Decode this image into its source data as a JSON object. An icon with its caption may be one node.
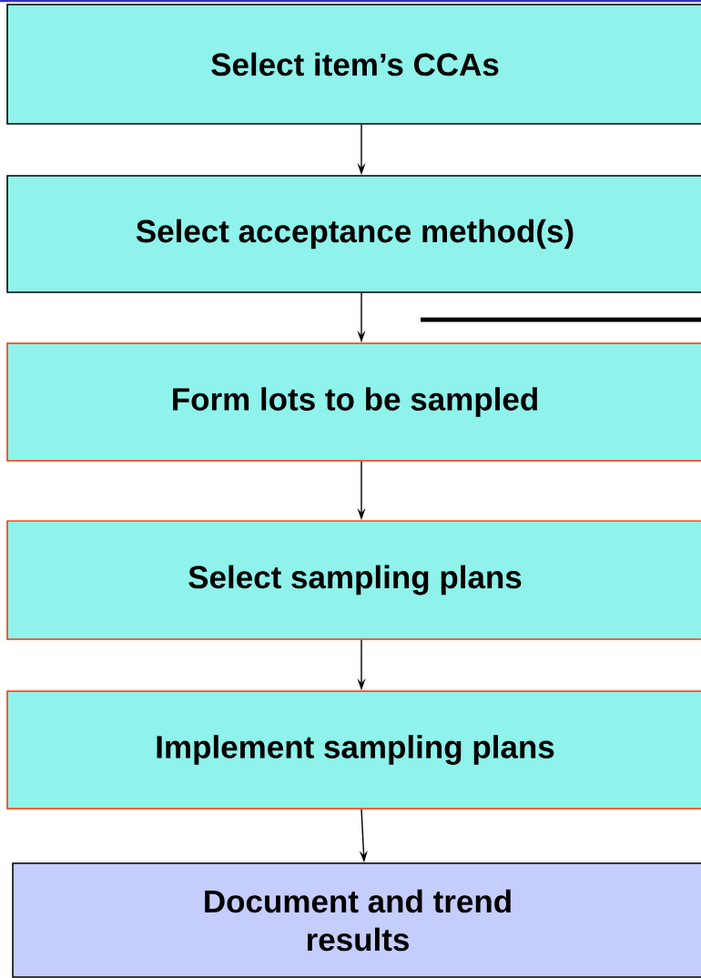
{
  "diagram": {
    "nodes": [
      {
        "text": [
          "Select item’s CCAs"
        ]
      },
      {
        "text": [
          "Select acceptance method(s)"
        ]
      },
      {
        "text": [
          "Form lots to be sampled"
        ]
      },
      {
        "text": [
          "Select sampling plans"
        ]
      },
      {
        "text": [
          "Implement sampling plans"
        ]
      },
      {
        "text": [
          "Document and trend results"
        ]
      }
    ],
    "edges": [
      {
        "from": 0,
        "to": 1,
        "arrow": "to"
      },
      {
        "from": 1,
        "to": 2,
        "arrow": "to"
      },
      {
        "from": 2,
        "to": 3,
        "arrow": "to"
      },
      {
        "from": 3,
        "to": 4,
        "arrow": "to"
      },
      {
        "from": 4,
        "to": 5,
        "arrow": "to"
      }
    ]
  }
}
